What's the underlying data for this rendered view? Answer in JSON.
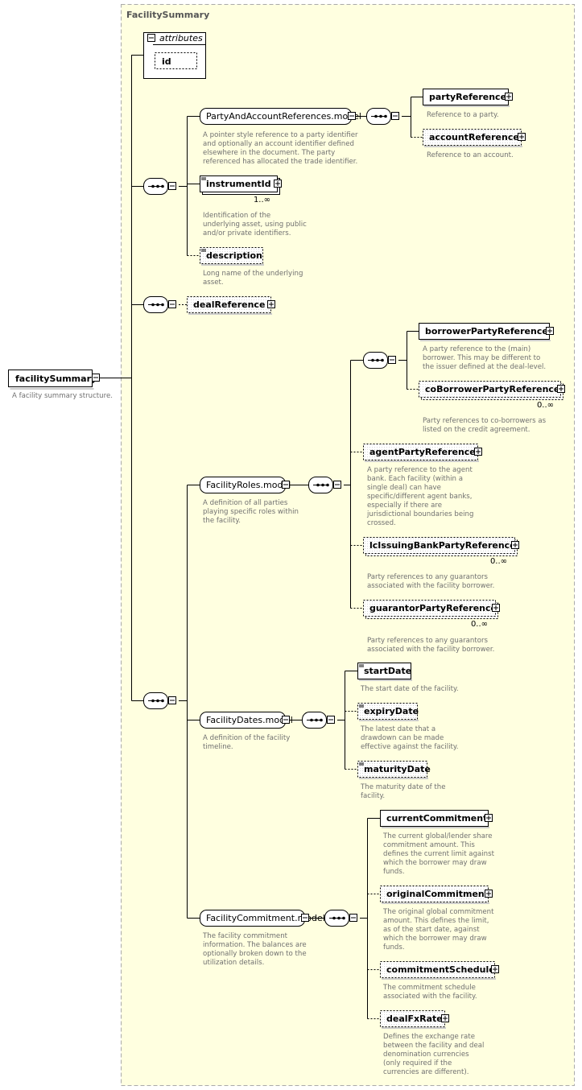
{
  "title": "FacilitySummary",
  "root": {
    "name": "facilitySummary",
    "doc": "A facility summary structure."
  },
  "attributes": {
    "label": "attributes",
    "items": [
      "id"
    ]
  },
  "elements": {
    "partyAndAccount": {
      "name": "PartyAndAccountReferences.model",
      "doc": [
        "A pointer style reference to a party identifier",
        "and optionally an account identifier defined",
        "elsewhere in the document. The party",
        "referenced has allocated the trade identifier."
      ]
    },
    "partyReference": {
      "name": "partyReference",
      "doc": [
        "Reference to a party."
      ]
    },
    "accountReference": {
      "name": "accountReference",
      "doc": [
        "Reference to an account."
      ]
    },
    "instrumentId": {
      "name": "instrumentId",
      "card": "1..∞",
      "doc": [
        "Identification of the",
        "underlying asset, using public",
        "and/or private identifiers."
      ]
    },
    "description": {
      "name": "description",
      "doc": [
        "Long name of the underlying",
        "asset."
      ]
    },
    "dealReference": {
      "name": "dealReference"
    },
    "facilityRoles": {
      "name": "FacilityRoles.model",
      "doc": [
        "A definition of all parties",
        "playing specific roles within",
        "the facility."
      ]
    },
    "borrowerPartyReference": {
      "name": "borrowerPartyReference",
      "doc": [
        "A party reference to the (main)",
        "borrower. This may be different to",
        "the issuer defined at the deal-level."
      ]
    },
    "coBorrowerPartyReference": {
      "name": "coBorrowerPartyReference",
      "card": "0..∞",
      "doc": [
        "Party references to co-borrowers as",
        "listed on the credit agreement."
      ]
    },
    "agentPartyReference": {
      "name": "agentPartyReference",
      "doc": [
        "A party reference to the agent",
        "bank. Each facility (within a",
        "single deal) can have",
        "specific/different agent banks,",
        "especially if there are",
        "jurisdictional boundaries being",
        "crossed."
      ]
    },
    "lcIssuingBankPartyReference": {
      "name": "lcIssuingBankPartyReference",
      "card": "0..∞",
      "doc": [
        "Party references to any guarantors",
        "associated with the facility borrower."
      ]
    },
    "guarantorPartyReference": {
      "name": "guarantorPartyReference",
      "card": "0..∞",
      "doc": [
        "Party references to any guarantors",
        "associated with the facility borrower."
      ]
    },
    "facilityDates": {
      "name": "FacilityDates.model",
      "doc": [
        "A definition of the facility",
        "timeline."
      ]
    },
    "startDate": {
      "name": "startDate",
      "doc": [
        "The start date of the facility."
      ]
    },
    "expiryDate": {
      "name": "expiryDate",
      "doc": [
        "The latest date that a",
        "drawdown can be made",
        "effective against the facility."
      ]
    },
    "maturityDate": {
      "name": "maturityDate",
      "doc": [
        "The maturity date of the",
        "facility."
      ]
    },
    "facilityCommitment": {
      "name": "FacilityCommitment.model",
      "doc": [
        "The facility commitment",
        "information. The balances are",
        "optionally broken down to the",
        "utilization details."
      ]
    },
    "currentCommitment": {
      "name": "currentCommitment",
      "doc": [
        "The current global/lender share",
        "commitment amount. This",
        "defines the current limit against",
        "which the borrower may draw",
        "funds."
      ]
    },
    "originalCommitment": {
      "name": "originalCommitment",
      "doc": [
        "The original global commitment",
        "amount. This defines the limit,",
        "as of the start date, against",
        "which the borrower may draw",
        "funds."
      ]
    },
    "commitmentSchedule": {
      "name": "commitmentSchedule",
      "doc": [
        "The commitment schedule",
        "associated with the facility."
      ]
    },
    "dealFxRate": {
      "name": "dealFxRate",
      "doc": [
        "Defines the exchange rate",
        "between the facility and deal",
        "denomination currencies",
        "(only required if the",
        "currencies are different)."
      ]
    }
  },
  "colors": {
    "canvas": "#ffffe0",
    "canvas_border": "#aaaaaa",
    "box_border": "#000000",
    "doc_text": "#707070",
    "connector": "#000000"
  }
}
